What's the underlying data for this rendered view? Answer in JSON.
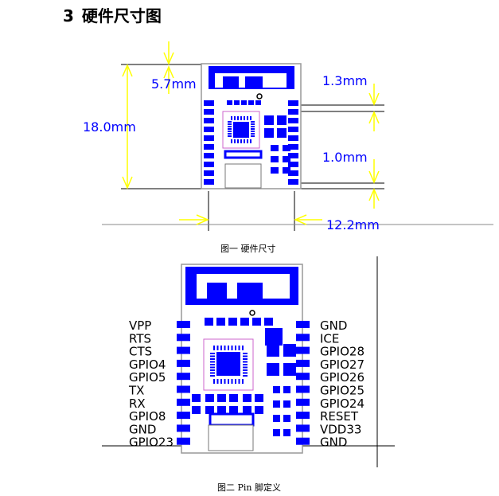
{
  "section": {
    "number": "3",
    "title": "硬件尺寸图"
  },
  "figure1": {
    "caption": "图一 硬件尺寸",
    "dimensions": {
      "height": "18.0mm",
      "antenna": "5.7mm",
      "top_offset": "1.3mm",
      "bottom_offset": "1.0mm",
      "width": "12.2mm"
    }
  },
  "figure2": {
    "caption": "图二 Pin 脚定义",
    "left_pins": [
      "VPP",
      "RTS",
      "CTS",
      "GPIO4",
      "GPIO5",
      "TX",
      "RX",
      "GPIO8",
      "GND",
      "GPIO23"
    ],
    "right_pins": [
      "GND",
      "ICE",
      "GPIO28",
      "GPIO27",
      "GPIO26",
      "GPIO25",
      "GPIO24",
      "RESET",
      "VDD33",
      "GND"
    ]
  },
  "colors": {
    "module": "#0000ff",
    "dimension_text": "#0000ff",
    "dimension_arrow": "#ffff00",
    "chip_outline": "#cc66cc"
  }
}
